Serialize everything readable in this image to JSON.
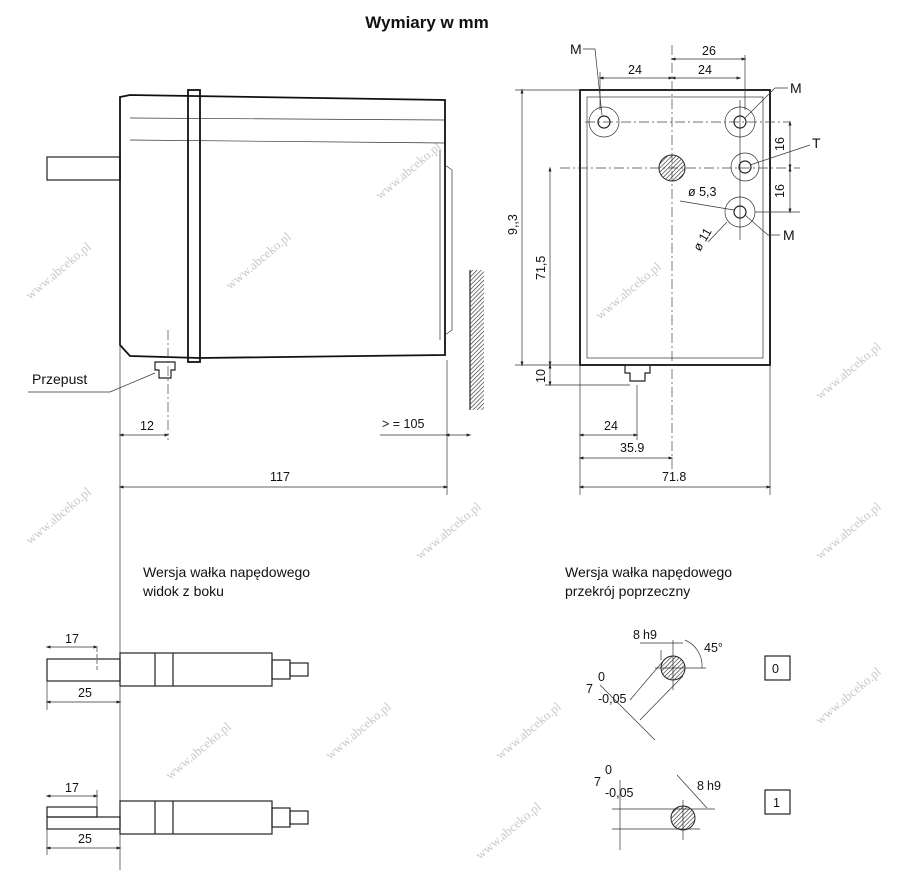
{
  "title": "Wymiary w mm",
  "watermark": "www.abceko.pl",
  "side_view": {
    "label_gland": "Przepust",
    "dim_12": "12",
    "dim_min_clearance": "> = 105",
    "dim_117": "117"
  },
  "front_view": {
    "label_m1": "M",
    "label_m2": "M",
    "label_m3": "M",
    "label_t": "T",
    "dim_26": "26",
    "dim_24_left": "24",
    "dim_24_right": "24",
    "dim_16_top": "16",
    "dim_16_bottom": "16",
    "dim_d53": "ø 5,3",
    "dim_d11": "ø 11",
    "dim_93": "9,,3",
    "dim_715": "71,5",
    "dim_10": "10",
    "dim_24_bottom": "24",
    "dim_359": "35.9",
    "dim_718": "71.8"
  },
  "shaft_side": {
    "heading_1": "Wersja wałka napędowego",
    "heading_2": "widok z boku",
    "v0_dim_17": "17",
    "v0_dim_25": "25",
    "v1_dim_17": "17",
    "v1_dim_25": "25"
  },
  "shaft_section": {
    "heading_1": "Wersja wałka napędowego",
    "heading_2": "przekrój poprzeczny",
    "v0_dim_8": "8",
    "v0_dim_8_tol": "h9",
    "v0_angle": "45°",
    "v0_dim_7": "7",
    "v0_dim_7_tol_upper": "0",
    "v0_dim_7_tol_lower": "-0,05",
    "v0_box": "0",
    "v1_dim_8": "8",
    "v1_dim_8_tol": "h9",
    "v1_dim_7": "7",
    "v1_dim_7_tol_upper": "0",
    "v1_dim_7_tol_lower": "-0,05",
    "v1_box": "1"
  }
}
